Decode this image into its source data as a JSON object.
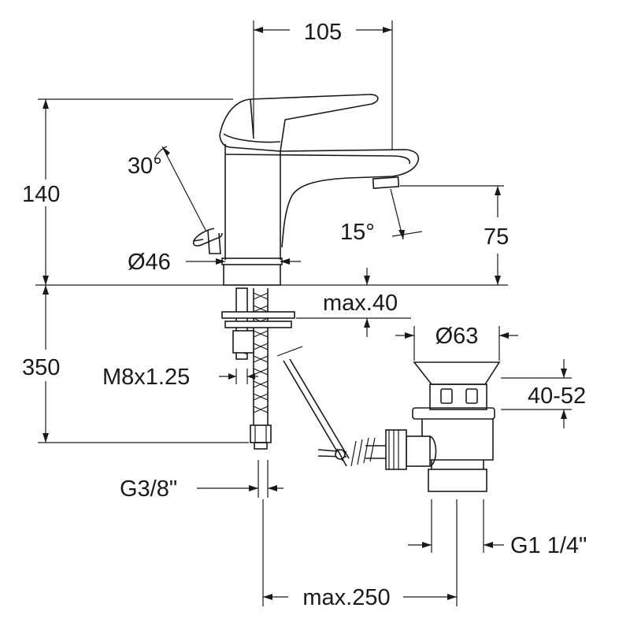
{
  "dimensions": {
    "spout_reach": "105",
    "lever_angle": "30°",
    "height_total": "140",
    "body_diameter": "Ø46",
    "spout_angle": "15°",
    "spout_height": "75",
    "deck_thickness": "max.40",
    "pipe_length": "350",
    "waste_diameter": "Ø63",
    "stud_thread": "M8x1.25",
    "waste_depth": "40-52",
    "hose_connection": "G3/8\"",
    "waste_thread": "G1 1/4\"",
    "waste_distance": "max.250"
  },
  "colors": {
    "line": "#1a1a1a",
    "background": "#ffffff"
  }
}
